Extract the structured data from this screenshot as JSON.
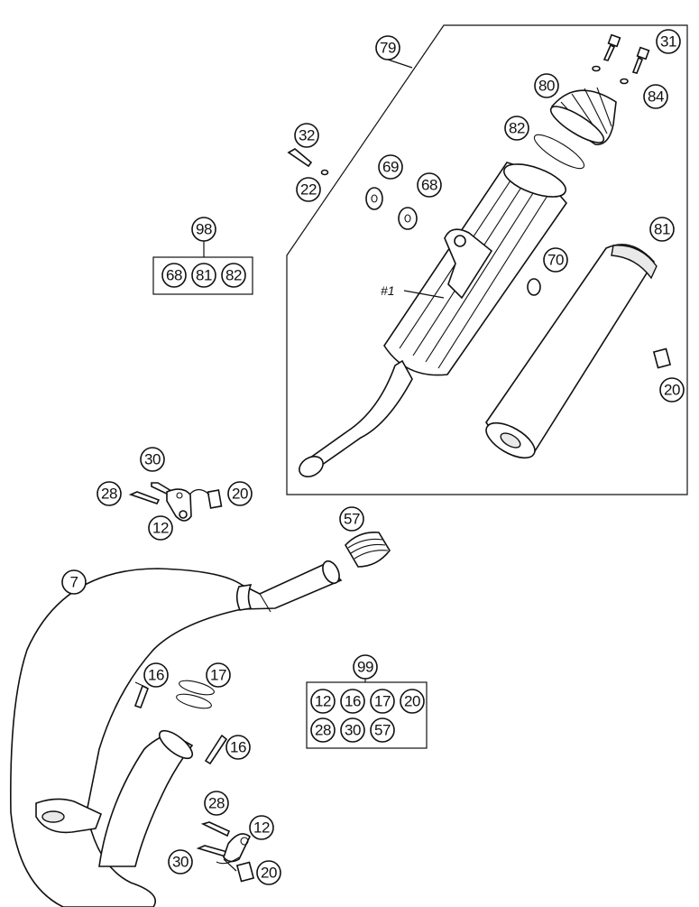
{
  "diagram": {
    "callouts": {
      "c79": "79",
      "c31": "31",
      "c80": "80",
      "c84": "84",
      "c82_top": "82",
      "c32": "32",
      "c22": "22",
      "c69": "69",
      "c68": "68",
      "c98": "98",
      "c81_right": "81",
      "c70": "70",
      "c20_right": "20",
      "c30_mid": "30",
      "c28_mid": "28",
      "c20_mid": "20",
      "c12_mid": "12",
      "c57": "57",
      "c7": "7",
      "c16_upper": "16",
      "c17": "17",
      "c16_lower": "16",
      "c99": "99",
      "c28_low": "28",
      "c12_low": "12",
      "c30_low": "30",
      "c20_low": "20"
    },
    "part_ref": "#1",
    "kit_98": [
      "68",
      "81",
      "82"
    ],
    "kit_99_row1": [
      "12",
      "16",
      "17",
      "20"
    ],
    "kit_99_row2": [
      "28",
      "30",
      "57"
    ]
  }
}
